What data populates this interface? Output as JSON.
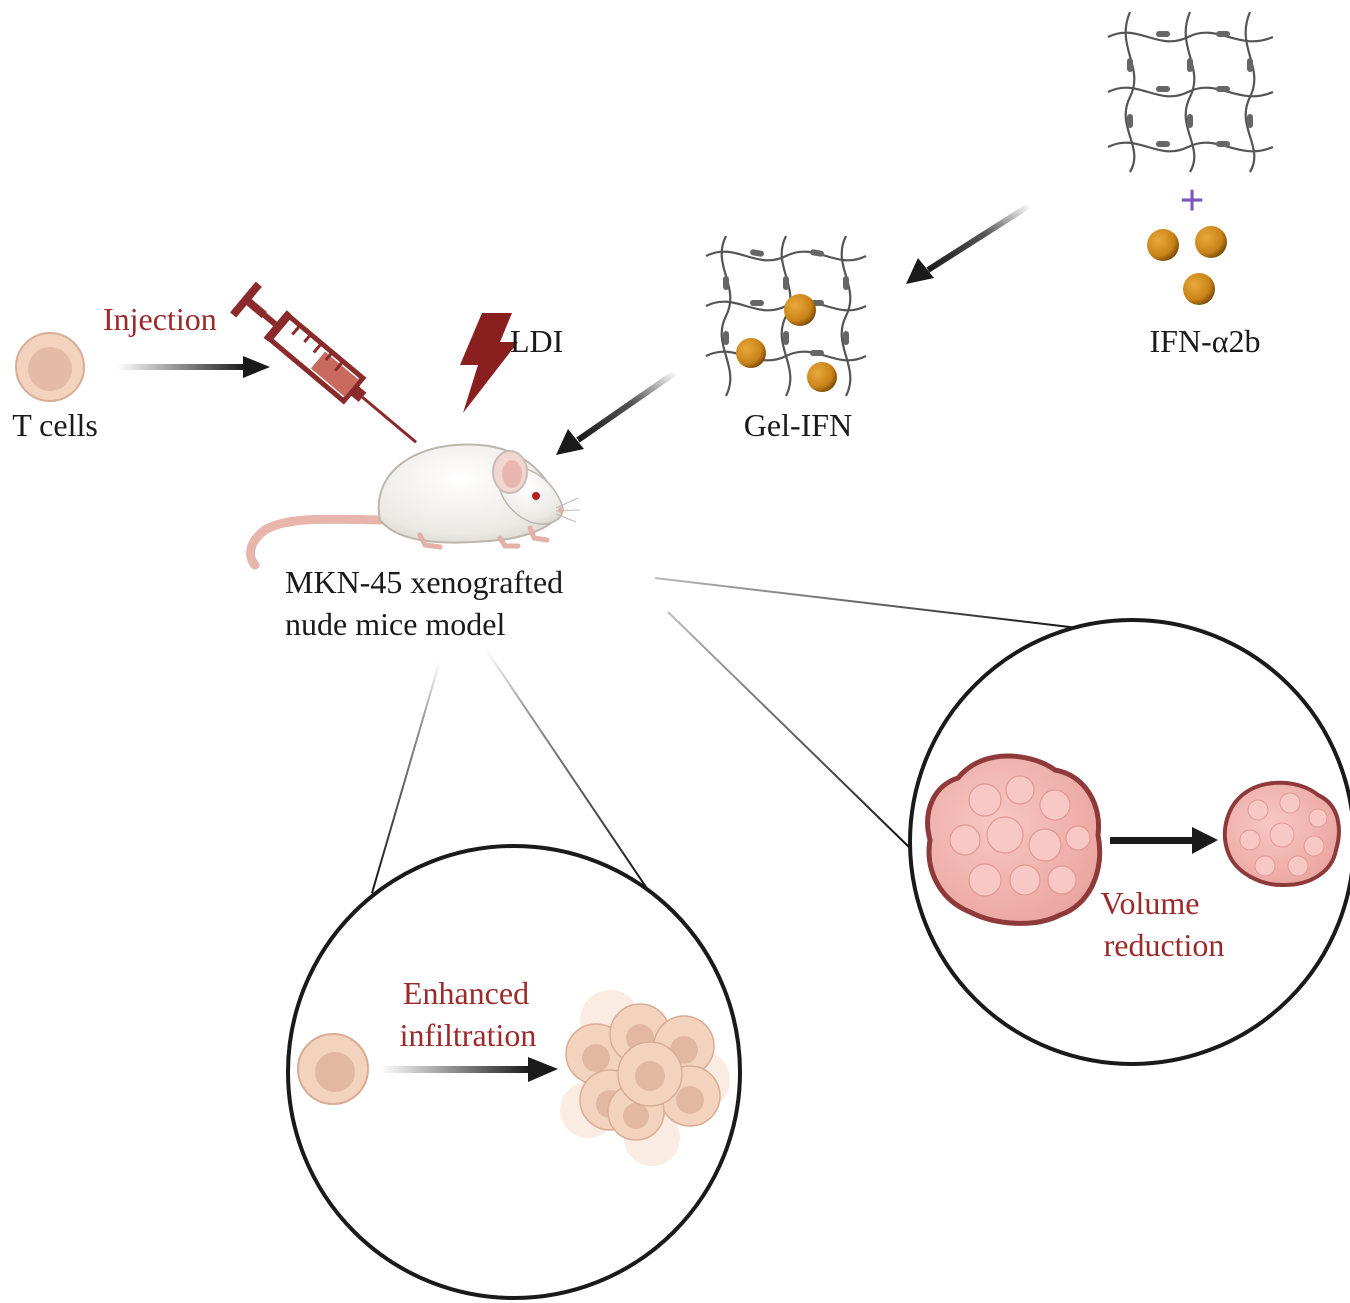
{
  "labels": {
    "t_cells": "T cells",
    "injection": "Injection",
    "ldi": "LDI",
    "gel_ifn": "Gel-IFN",
    "ifn": "IFN-α2b",
    "model_line1": "MKN-45 xenografted",
    "model_line2": "nude mice model",
    "enhanced_line1": "Enhanced",
    "enhanced_line2": "infiltration",
    "volume_line1": "Volume",
    "volume_line2": "reduction",
    "plus": "+"
  },
  "colors": {
    "text_dark": "#1a1a1a",
    "text_red": "#9b2a2a",
    "ldi_bolt": "#8a1f1f",
    "syringe": "#8a2a2a",
    "cell_fill": "#f3d3bd",
    "cell_nucleus": "#e2b8a3",
    "bead": "#d08a1e",
    "tumor_fill": "#f2b1ad",
    "tumor_edge": "#8f3a3a",
    "plus": "#7a55c2",
    "gel_fiber": "#555555",
    "gel_crosslink": "#666666"
  },
  "icons": {
    "syringe": "syringe-icon",
    "lightning": "lightning-icon",
    "mouse": "mouse-icon",
    "t_cell": "t-cell-icon",
    "hydrogel": "hydrogel-network-icon",
    "ifn_bead": "protein-bead-icon",
    "tumor": "tumor-icon"
  }
}
